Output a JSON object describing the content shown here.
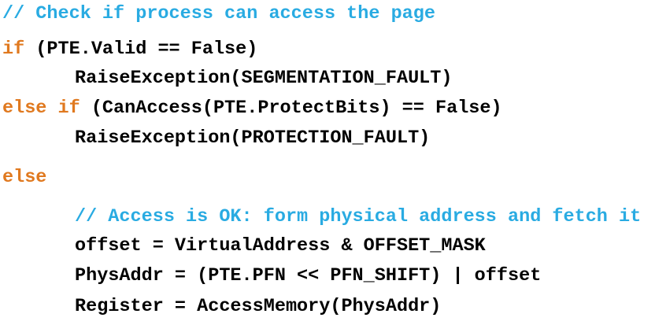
{
  "code": {
    "language": "pseudocode",
    "colors": {
      "comment": "#29ABE2",
      "keyword": "#E0791F",
      "code": "#000000",
      "background": "#FFFFFF"
    },
    "line_tops": [
      4,
      49,
      86,
      124,
      162,
      212,
      262,
      299,
      337,
      376
    ],
    "lines": [
      {
        "indent": 0,
        "segments": [
          {
            "type": "comment",
            "text": "// Check if process can access the page"
          }
        ]
      },
      {
        "indent": 0,
        "segments": [
          {
            "type": "keyword",
            "text": "if"
          },
          {
            "type": "code",
            "text": " (PTE.Valid == False)"
          }
        ]
      },
      {
        "indent": 1,
        "segments": [
          {
            "type": "code",
            "text": "RaiseException(SEGMENTATION_FAULT)"
          }
        ]
      },
      {
        "indent": 0,
        "segments": [
          {
            "type": "keyword",
            "text": "else if"
          },
          {
            "type": "code",
            "text": " (CanAccess(PTE.ProtectBits) == False)"
          }
        ]
      },
      {
        "indent": 1,
        "segments": [
          {
            "type": "code",
            "text": "RaiseException(PROTECTION_FAULT)"
          }
        ]
      },
      {
        "indent": 0,
        "segments": [
          {
            "type": "keyword",
            "text": "else"
          }
        ]
      },
      {
        "indent": 1,
        "segments": [
          {
            "type": "comment",
            "text": "// Access is OK: form physical address and fetch it"
          }
        ]
      },
      {
        "indent": 1,
        "segments": [
          {
            "type": "code",
            "text": "offset = VirtualAddress & OFFSET_MASK"
          }
        ]
      },
      {
        "indent": 1,
        "segments": [
          {
            "type": "code",
            "text": "PhysAddr = (PTE.PFN << PFN_SHIFT) | offset"
          }
        ]
      },
      {
        "indent": 1,
        "segments": [
          {
            "type": "code",
            "text": "Register = AccessMemory(PhysAddr)"
          }
        ]
      }
    ]
  }
}
